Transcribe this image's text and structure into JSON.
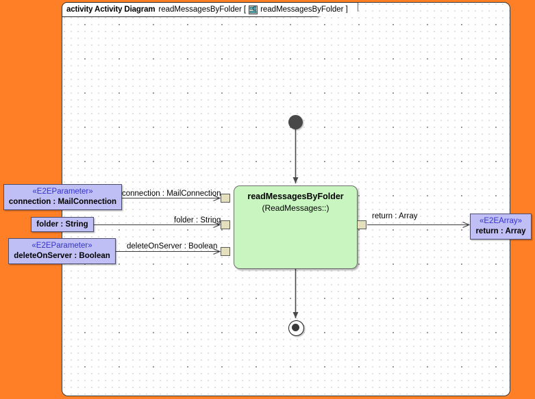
{
  "frame": {
    "keyword": "activity Activity Diagram",
    "name": "readMessagesByFolder",
    "bracket_open": "[",
    "icon": "activity-parameter-icon",
    "parameter_name": "readMessagesByFolder",
    "bracket_close": "]"
  },
  "activity": {
    "name": "readMessagesByFolder",
    "qualifier": "(ReadMessages::)",
    "fill_color": "#C8F5C0",
    "border_color": "#6E6E6E"
  },
  "control_nodes": {
    "initial": "initial-node",
    "final": "activity-final-node",
    "initial_color": "#484848",
    "final_color": "#3A3A3A"
  },
  "pins": [
    {
      "id": "connection",
      "name": "connection : MailConnection",
      "color": "#E4E0BE"
    },
    {
      "id": "folder",
      "name": "folder : String",
      "color": "#E4E0BE"
    },
    {
      "id": "deleteOnServer",
      "name": "deleteOnServer : Boolean",
      "color": "#E4E0BE"
    },
    {
      "id": "return",
      "name": "return : Array",
      "color": "#E4E0BE"
    }
  ],
  "parameter_nodes": [
    {
      "id": "connection",
      "stereotype": "«E2EParameter»",
      "label": "connection : MailConnection",
      "has_stereotype": true,
      "fill_color": "#BFBFF5",
      "stereotype_color": "#3333CC"
    },
    {
      "id": "folder",
      "stereotype": "",
      "label": "folder : String",
      "has_stereotype": false,
      "fill_color": "#BFBFF5",
      "stereotype_color": "#3333CC"
    },
    {
      "id": "deleteOnServer",
      "stereotype": "«E2EParameter»",
      "label": "deleteOnServer : Boolean",
      "has_stereotype": true,
      "fill_color": "#BFBFF5",
      "stereotype_color": "#3333CC"
    },
    {
      "id": "returnArray",
      "stereotype": "«E2EArray»",
      "label": "return : Array",
      "has_stereotype": true,
      "fill_color": "#BFBFF5",
      "stereotype_color": "#3333CC"
    }
  ],
  "edge_labels": {
    "connection": "connection : MailConnection",
    "folder": "folder : String",
    "deleteOnServer": "deleteOnServer : Boolean",
    "return": "return : Array"
  },
  "canvas": {
    "background_color": "#FF7F27",
    "frame_background": "#FFFFFF",
    "grid_dot_color": "#8A8A8A"
  }
}
